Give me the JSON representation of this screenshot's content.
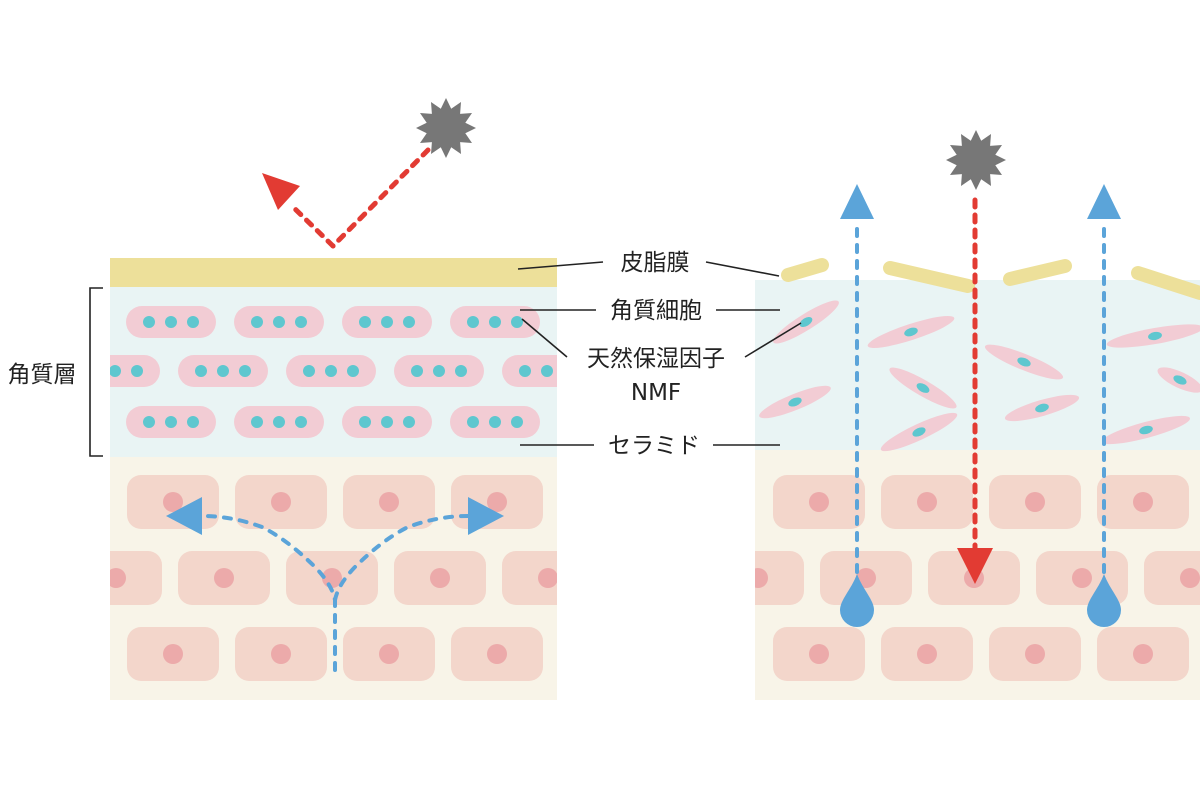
{
  "labels": {
    "sebum_membrane": "皮脂膜",
    "corneocyte": "角質細胞",
    "nmf_ja": "天然保湿因子",
    "nmf_en": "NMF",
    "ceramide": "セラミド",
    "stratum_corneum": "角質層"
  },
  "colors": {
    "sebum": "#ede09a",
    "stratum_bg": "#e9f4f4",
    "corneocyte_fill": "#f2ccd4",
    "nmf_dot": "#5ec7cf",
    "lower_bg": "#f8f4e8",
    "lower_cell": "#f3d6cb",
    "nucleus": "#ecaaaa",
    "irritant": "#777777",
    "red_arrow": "#e23b33",
    "blue_arrow": "#5ba4d9"
  },
  "icons": {
    "irritant": "irritant-burst-icon",
    "water_drop": "water-drop-icon"
  }
}
